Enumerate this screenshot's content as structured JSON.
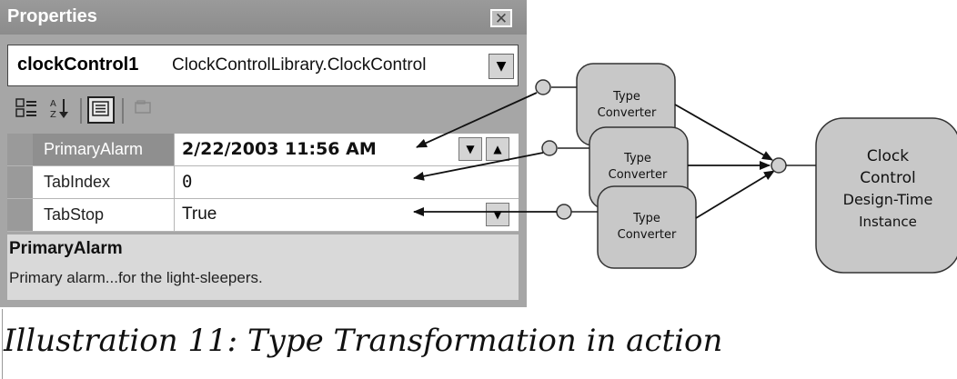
{
  "properties": {
    "title": "Properties",
    "close_glyph": "✕",
    "object_name": "clockControl1",
    "object_type": "ClockControlLibrary.ClockControl",
    "rows": [
      {
        "name": "PrimaryAlarm",
        "value": "2/22/2003 11:56 AM"
      },
      {
        "name": "TabIndex",
        "value": "0"
      },
      {
        "name": "TabStop",
        "value": "True"
      }
    ],
    "description_title": "PrimaryAlarm",
    "description_text": "Primary alarm...for the light-sleepers."
  },
  "diagram": {
    "converter_label_line1": "Type",
    "converter_label_line2": "Converter",
    "instance_label": [
      "Clock",
      "Control",
      "Design-Time",
      "Instance"
    ]
  },
  "caption": "Illustration 11: Type Transformation in action"
}
